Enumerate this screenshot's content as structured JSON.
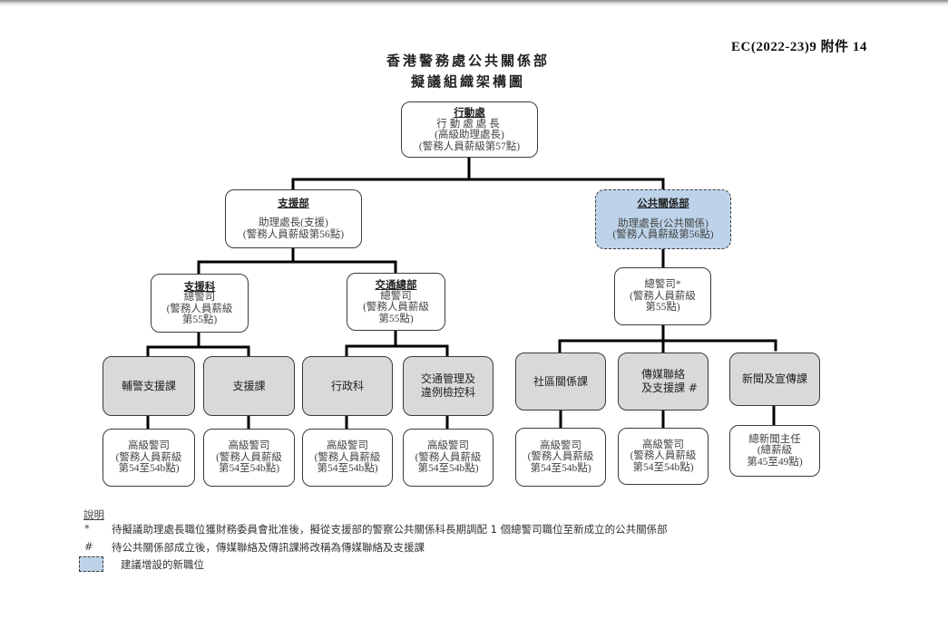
{
  "header": {
    "doc_ref": "EC(2022-23)9 附件 14",
    "title_line1": "香港警務處公共關係部",
    "title_line2": "擬議組織架構圖"
  },
  "org": {
    "operations": {
      "unit": "行動處",
      "post": "行動處處長",
      "rank": "(高級助理處長)",
      "pay": "(警務人員薪級第57點)"
    },
    "support_branch": {
      "unit": "支援部",
      "post": "助理處長(支援)",
      "pay": "(警務人員薪級第56點)"
    },
    "pr_branch": {
      "unit": "公共關係部",
      "post": "助理處長(公共關係)",
      "pay": "(警務人員薪級第56點)"
    },
    "support_division": {
      "unit": "支援科",
      "post": "總警司",
      "pay_line1": "(警務人員薪級",
      "pay_line2": "第55點)"
    },
    "traffic_hq": {
      "unit": "交通總部",
      "post": "總警司",
      "pay_line1": "(警務人員薪級",
      "pay_line2": "第55點)"
    },
    "pr_csp": {
      "post": "總警司*",
      "pay_line1": "(警務人員薪級",
      "pay_line2": "第55點)"
    },
    "sections": [
      {
        "name_line1": "輔警支援課",
        "name_line2": "",
        "post": "高級警司",
        "pay_line1": "(警務人員薪級",
        "pay_line2": "第54至54b點)"
      },
      {
        "name_line1": "支援課",
        "name_line2": "",
        "post": "高級警司",
        "pay_line1": "(警務人員薪級",
        "pay_line2": "第54至54b點)"
      },
      {
        "name_line1": "行政科",
        "name_line2": "",
        "post": "高級警司",
        "pay_line1": "(警務人員薪級",
        "pay_line2": "第54至54b點)"
      },
      {
        "name_line1": "交通管理及",
        "name_line2": "違例檢控科",
        "post": "高級警司",
        "pay_line1": "(警務人員薪級",
        "pay_line2": "第54至54b點)"
      },
      {
        "name_line1": "社區關係課",
        "name_line2": "",
        "post": "高級警司",
        "pay_line1": "(警務人員薪級",
        "pay_line2": "第54至54b點)"
      },
      {
        "name_line1": "傳媒聯絡",
        "name_line2": "及支援課 #",
        "post": "高級警司",
        "pay_line1": "(警務人員薪級",
        "pay_line2": "第54至54b點)"
      },
      {
        "name_line1": "新聞及宣傳課",
        "name_line2": "",
        "post": "總新聞主任",
        "pay_line1": "(總薪級",
        "pay_line2": "第45至49點)"
      }
    ]
  },
  "legend": {
    "title": "說明",
    "items": [
      {
        "symbol": "*",
        "text": "待擬議助理處長職位獲財務委員會批准後，擬從支援部的警察公共關係科長期調配 1 個總警司職位至新成立的公共關係部"
      },
      {
        "symbol": "#",
        "text": "待公共關係部成立後，傳媒聯絡及傳訊課將改稱為傳媒聯絡及支援課"
      }
    ],
    "new_post_label": "建議增設的新職位"
  },
  "colors": {
    "proposed_fill": "#bdd3ea",
    "section_fill": "#d9d9d9",
    "connector": "#000000"
  }
}
